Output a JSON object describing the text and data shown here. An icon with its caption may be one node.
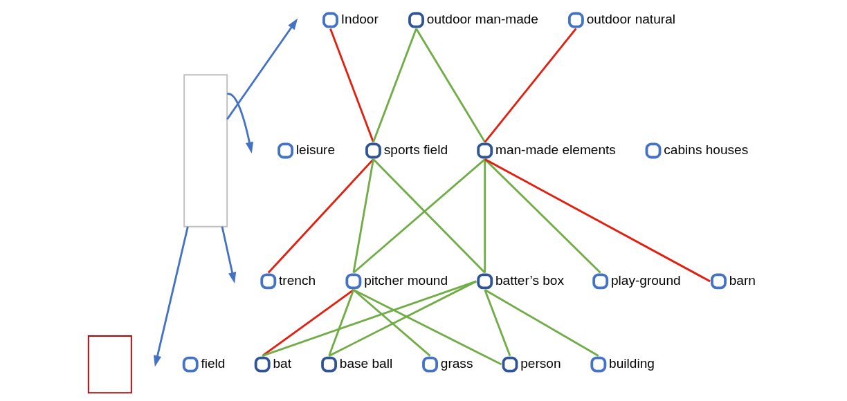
{
  "diagram": {
    "nodes": [
      {
        "text": [],
        "shape": "box"
      },
      {
        "text": [],
        "shape": "box"
      },
      {
        "text": [
          "Indoor"
        ]
      },
      {
        "text": [
          "outdoor man-made"
        ]
      },
      {
        "text": [
          "outdoor natural"
        ]
      },
      {
        "text": [
          "leisure"
        ]
      },
      {
        "text": [
          "sports field"
        ]
      },
      {
        "text": [
          "man-made elements"
        ]
      },
      {
        "text": [
          "cabins houses"
        ]
      },
      {
        "text": [
          "trench"
        ]
      },
      {
        "text": [
          "pitcher mound"
        ]
      },
      {
        "text": [
          "batter’s box"
        ]
      },
      {
        "text": [
          "play-ground"
        ]
      },
      {
        "text": [
          "barn"
        ]
      },
      {
        "text": [
          "field"
        ]
      },
      {
        "text": [
          "bat"
        ]
      },
      {
        "text": [
          "base ball"
        ]
      },
      {
        "text": [
          "grass"
        ]
      },
      {
        "text": [
          "person"
        ]
      },
      {
        "text": [
          "building"
        ]
      }
    ],
    "edges": [
      {
        "from": 0,
        "to": null,
        "arrow": "to",
        "color": "#4472c4"
      },
      {
        "from": 0,
        "to": null,
        "arrow": "to",
        "color": "#4472c4"
      },
      {
        "from": 0,
        "to": null,
        "arrow": "to",
        "color": "#4472c4"
      },
      {
        "from": 0,
        "to": null,
        "arrow": "to",
        "color": "#4472c4"
      },
      {
        "from": 2,
        "to": 6,
        "arrow": "none",
        "color": "#e02010"
      },
      {
        "from": 3,
        "to": 6,
        "arrow": "none"
      },
      {
        "from": 3,
        "to": 7,
        "arrow": "none"
      },
      {
        "from": 4,
        "to": 7,
        "arrow": "none",
        "color": "#e02010"
      },
      {
        "from": 6,
        "to": 9,
        "arrow": "none",
        "color": "#e02010"
      },
      {
        "from": 6,
        "to": 10,
        "arrow": "none"
      },
      {
        "from": 6,
        "to": 11,
        "arrow": "none"
      },
      {
        "from": 7,
        "to": 10,
        "arrow": "none"
      },
      {
        "from": 7,
        "to": 11,
        "arrow": "none"
      },
      {
        "from": 7,
        "to": 12,
        "arrow": "none"
      },
      {
        "from": 7,
        "to": 13,
        "arrow": "none",
        "color": "#e02010"
      },
      {
        "from": 10,
        "to": 15,
        "arrow": "none",
        "color": "#e02010"
      },
      {
        "from": 10,
        "to": 16,
        "arrow": "none"
      },
      {
        "from": 10,
        "to": 17,
        "arrow": "none"
      },
      {
        "from": 10,
        "to": 18,
        "arrow": "none"
      },
      {
        "from": 11,
        "to": 15,
        "arrow": "none"
      },
      {
        "from": 11,
        "to": 16,
        "arrow": "none"
      },
      {
        "from": 11,
        "to": 18,
        "arrow": "none"
      },
      {
        "from": 11,
        "to": 19,
        "arrow": "none"
      }
    ]
  }
}
